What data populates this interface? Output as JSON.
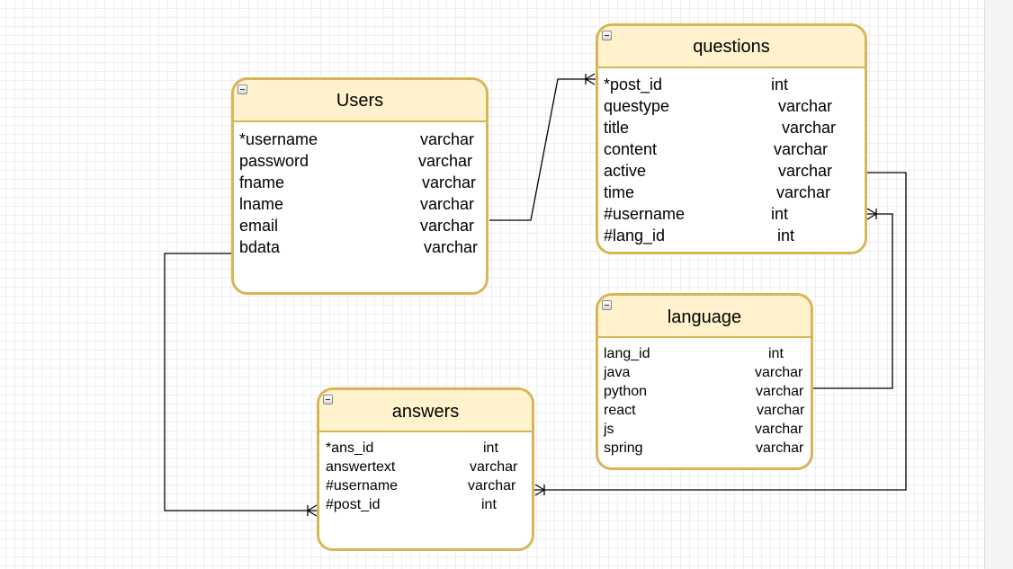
{
  "colors": {
    "entity_border": "#d6b656",
    "entity_header_fill": "#fff2cc",
    "connector": "#000000",
    "grid_minor": "#eeeeee",
    "grid_major": "#dedede"
  },
  "icons": {
    "collapse": "collapse-minus-icon",
    "relation_end": "crows-foot-many-marker"
  },
  "entities": {
    "users": {
      "title": "Users",
      "attributes": [
        {
          "name": "*username",
          "type": "varchar"
        },
        {
          "name": "password",
          "type": "varchar"
        },
        {
          "name": "fname",
          "type": "varchar"
        },
        {
          "name": "lname",
          "type": "varchar"
        },
        {
          "name": "email",
          "type": "varchar"
        },
        {
          "name": "bdata",
          "type": "varchar"
        }
      ]
    },
    "questions": {
      "title": "questions",
      "attributes": [
        {
          "name": "*post_id",
          "type": "int"
        },
        {
          "name": "questype",
          "type": "varchar"
        },
        {
          "name": "title",
          "type": "varchar"
        },
        {
          "name": "content",
          "type": "varchar"
        },
        {
          "name": "active",
          "type": "varchar"
        },
        {
          "name": "time",
          "type": "varchar"
        },
        {
          "name": "#username",
          "type": "int"
        },
        {
          "name": "#lang_id",
          "type": "int"
        }
      ]
    },
    "language": {
      "title": "language",
      "attributes": [
        {
          "name": "lang_id",
          "type": "int"
        },
        {
          "name": "java",
          "type": "varchar"
        },
        {
          "name": "python",
          "type": "varchar"
        },
        {
          "name": "react",
          "type": "varchar"
        },
        {
          "name": "js",
          "type": "varchar"
        },
        {
          "name": "spring",
          "type": "varchar"
        }
      ]
    },
    "answers": {
      "title": "answers",
      "attributes": [
        {
          "name": "*ans_id",
          "type": "int"
        },
        {
          "name": "answertext",
          "type": "varchar"
        },
        {
          "name": "#username",
          "type": "varchar"
        },
        {
          "name": "#post_id",
          "type": "int"
        }
      ]
    }
  }
}
